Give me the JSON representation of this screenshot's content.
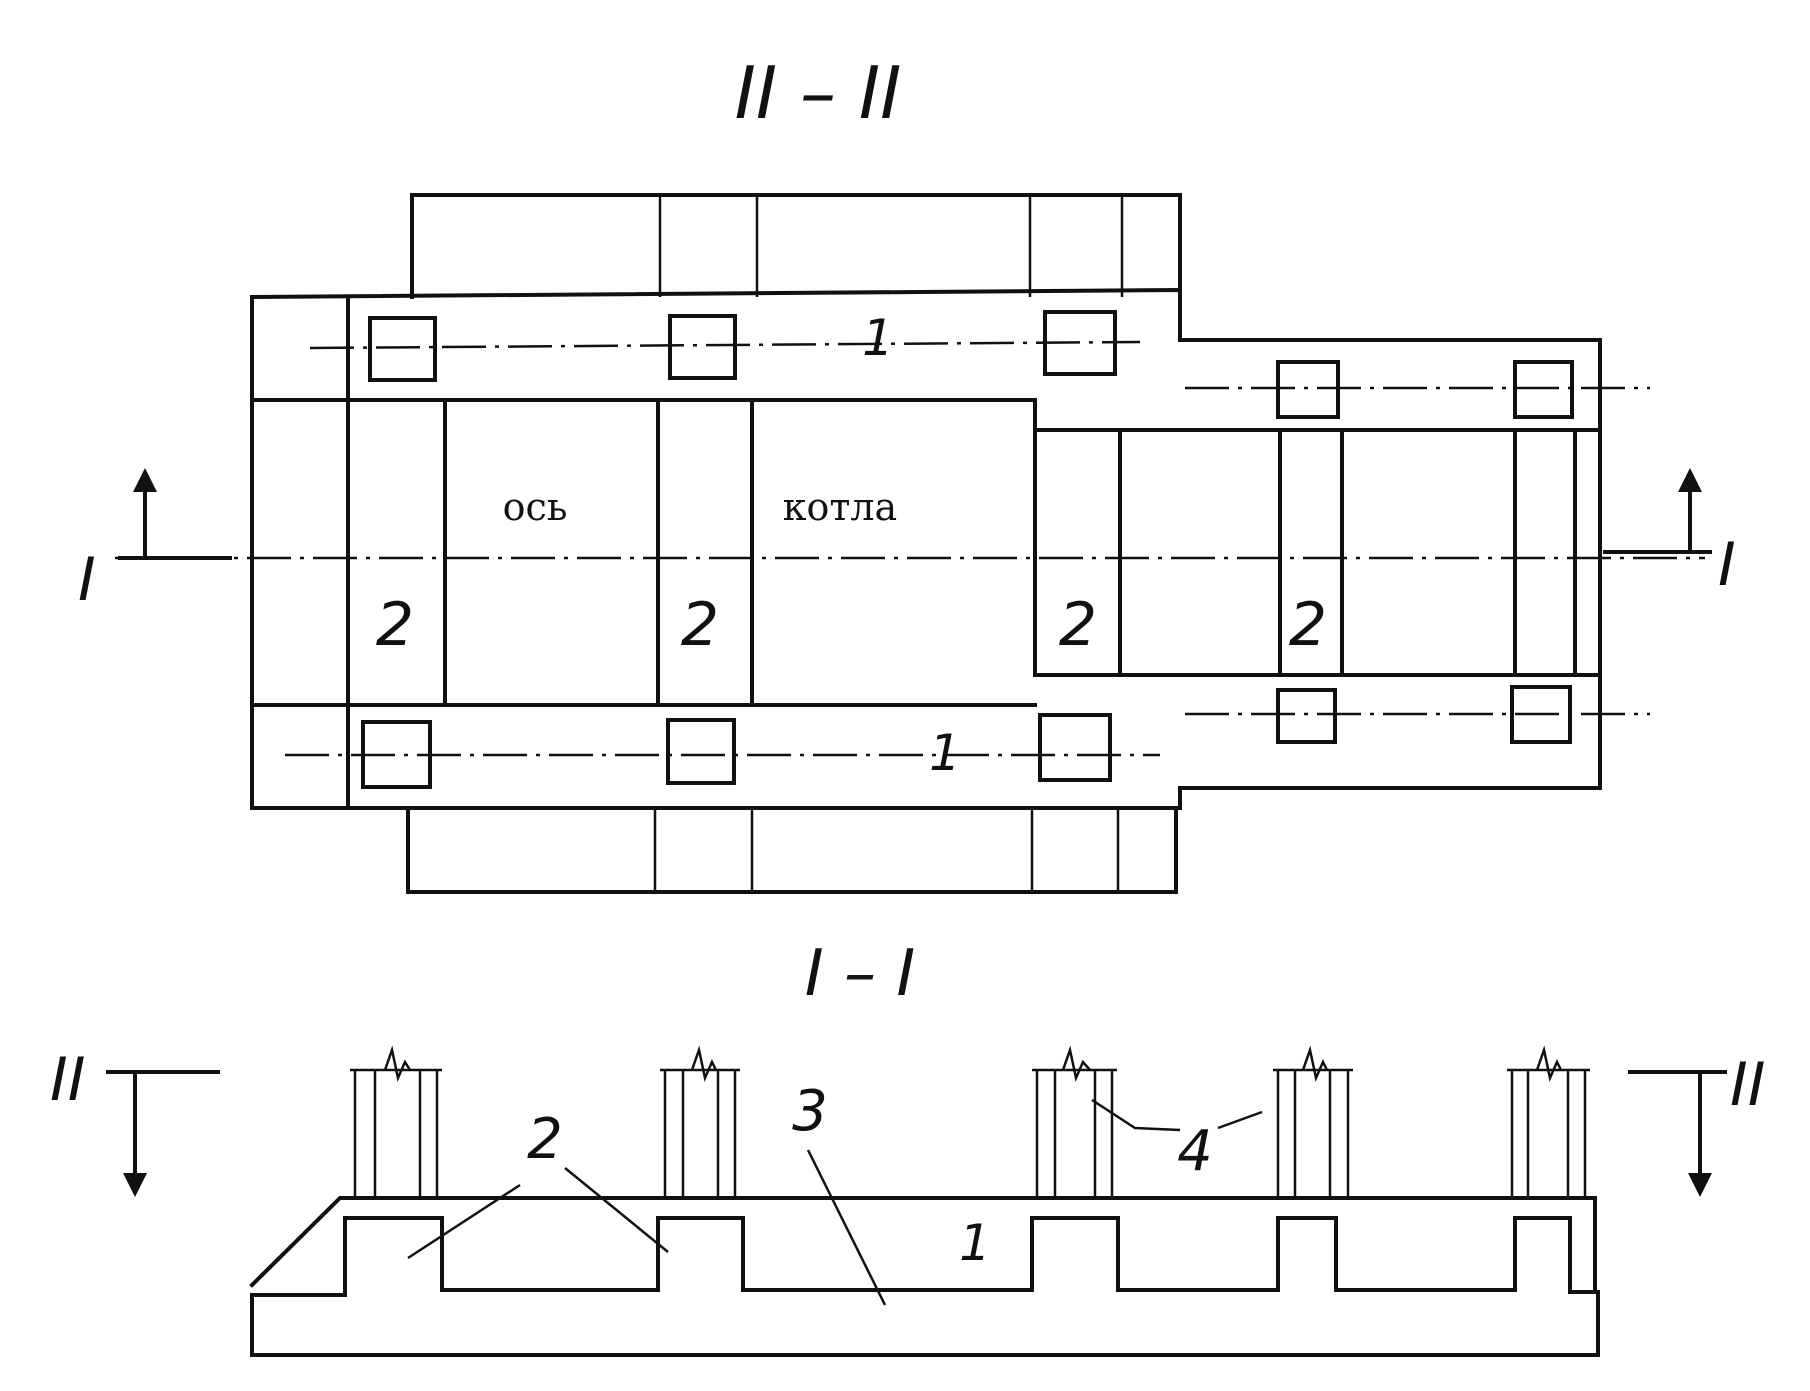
{
  "section_titles": {
    "plan": "II – II",
    "elevation": "I – I"
  },
  "plan_labels": {
    "axis_word_1": "ось",
    "axis_word_2": "котла",
    "cut_mark_left": "I",
    "cut_mark_right": "I",
    "beam_top": "1",
    "beam_bottom": "1",
    "rib_1": "2",
    "rib_2": "2",
    "rib_3": "2",
    "rib_4": "2"
  },
  "elevation_labels": {
    "cut_mark_left": "II",
    "cut_mark_right": "II",
    "rib": "2",
    "slab": "3",
    "columns": "4",
    "beam": "1"
  },
  "colors": {
    "ink": "#111111",
    "paper": "#ffffff"
  }
}
